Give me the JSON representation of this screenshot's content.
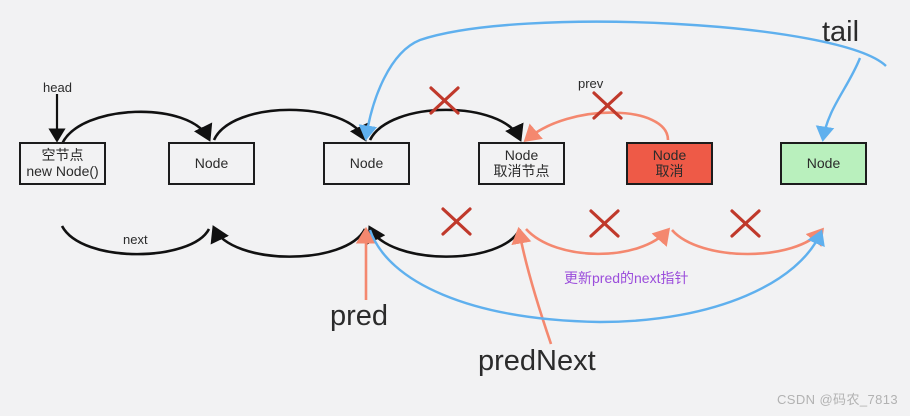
{
  "diagram": {
    "background_color": "#f2f2f3",
    "title_watermark": "CSDN @码农_7813",
    "colors": {
      "black_link": "#111111",
      "salmon_link": "#f4886f",
      "blue_link": "#5fb0ee",
      "cross_mark": "#c0392b",
      "red_node": "#ee5a47",
      "green_node": "#b9f0bd",
      "purple_text": "#9b4ddb"
    },
    "nodes": [
      {
        "id": "node-empty",
        "line1": "空节点",
        "line2": "new Node()",
        "fill": "default"
      },
      {
        "id": "node-2",
        "line1": "Node",
        "line2": "",
        "fill": "default"
      },
      {
        "id": "node-pred",
        "line1": "Node",
        "line2": "",
        "fill": "default"
      },
      {
        "id": "node-prednext",
        "line1": "Node",
        "line2": "取消节点",
        "fill": "default"
      },
      {
        "id": "node-cancelled",
        "line1": "Node",
        "line2": "取消",
        "fill": "red"
      },
      {
        "id": "node-tail",
        "line1": "Node",
        "line2": "",
        "fill": "green"
      }
    ],
    "labels": {
      "head": "head",
      "next": "next",
      "prev": "prev",
      "pred": "pred",
      "pred_next": "predNext",
      "tail": "tail",
      "update_pred_next": "更新pred的next指针"
    }
  }
}
